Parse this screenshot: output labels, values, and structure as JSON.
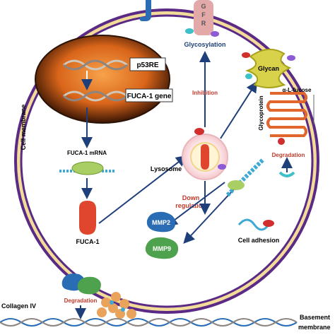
{
  "labels": {
    "p53re": "p53RE",
    "fuca1_gene": "FUCA-1 gene",
    "fuca1_mrna": "FUCA-1 mRNA",
    "fuca1": "FUCA-1",
    "lysosome": "Lysosome",
    "glycosylation": "Glycosylation",
    "inhibition": "Inhibition",
    "glycan": "Glycan",
    "glycoprotein": "Glycoprotein",
    "alpha_l_fucose": "α-L-fucose",
    "degradation_right": "Degradation",
    "down": "Down",
    "regulation": "regulation",
    "mmp2": "MMP2",
    "mmp9": "MMP9",
    "cell_adhesion": "Cell adhesion",
    "cell_membrane": "Cell membrane",
    "degradation_bottom": "Degradation",
    "collagen_iv": "Collagen IV",
    "basement": "Basement",
    "membrane": "membrane",
    "gfr_letters": [
      "G",
      "F",
      "R"
    ]
  },
  "colors": {
    "membrane_outer": "#5b2a86",
    "membrane_fill": "#f1dc9a",
    "red_text": "#c0392b",
    "arrow": "#1f3f7a",
    "mmp_green": "#4ea24e",
    "glycan_yellow": "#d8d24a",
    "glycoprotein_orange": "#e0662e"
  }
}
